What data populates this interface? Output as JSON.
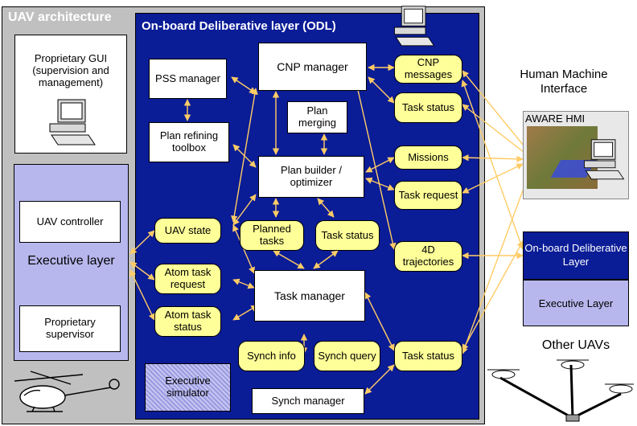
{
  "uav_architecture_title": "UAV architecture",
  "proprietary_gui": "Proprietary GUI (supervision and management)",
  "executive_layer": "Executive layer",
  "uav_controller": "UAV controller",
  "proprietary_supervisor": "Proprietary supervisor",
  "odl_title": "On-board Deliberative layer (ODL)",
  "pss_manager": "PSS manager",
  "plan_refining_toolbox": "Plan refining toolbox",
  "cnp_manager": "CNP manager",
  "plan_merging": "Plan merging",
  "plan_builder": "Plan builder / optimizer",
  "task_manager": "Task manager",
  "synch_manager": "Synch manager",
  "executive_simulator": "Executive simulator",
  "cnp_messages": "CNP messages",
  "task_status": "Task status",
  "missions": "Missions",
  "task_request": "Task request",
  "uav_state": "UAV state",
  "planned_tasks": "Planned tasks",
  "trajectories_4d": "4D trajectories",
  "atom_task_request": "Atom task request",
  "atom_task_status": "Atom task status",
  "synch_info": "Synch info",
  "synch_query": "Synch query",
  "hmi_label": "Human Machine Interface",
  "aware_hmi": "AWARE HMI",
  "other_odl": "On-board Deliberative Layer",
  "other_executive": "Executive Layer",
  "other_uavs": "Other UAVs",
  "colors": {
    "panel_gray": "#c0c0c0",
    "odl_blue": "#0a1c96",
    "exec_lilac": "#b7b7ee",
    "bubble_yellow": "#ffff99",
    "arrow": "#ffcc66"
  }
}
